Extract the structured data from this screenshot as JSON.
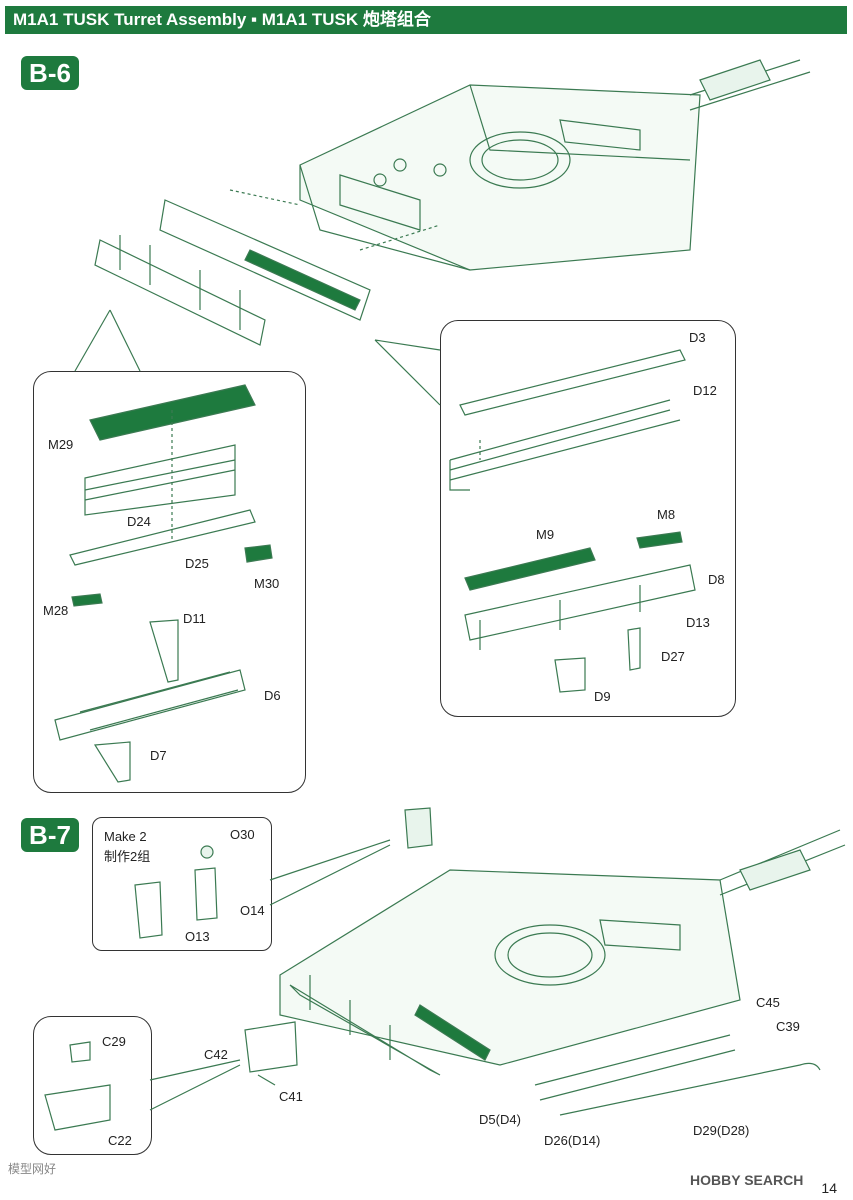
{
  "header": {
    "title": "M1A1 TUSK Turret Assembly ▪ M1A1 TUSK 炮塔组合"
  },
  "steps": {
    "b6": "B-6",
    "b7": "B-7"
  },
  "b6": {
    "left_callout": {
      "labels": [
        "M29",
        "D24",
        "D25",
        "M30",
        "M28",
        "D11",
        "D6",
        "D7"
      ]
    },
    "right_callout": {
      "labels": [
        "D3",
        "D12",
        "M9",
        "M8",
        "D8",
        "D13",
        "D27",
        "D9"
      ]
    }
  },
  "b7": {
    "make_box": {
      "make_en": "Make 2",
      "make_cn": "制作2组",
      "labels": [
        "O30",
        "O14",
        "O13"
      ]
    },
    "bin_box": {
      "labels": [
        "C29",
        "C22"
      ]
    },
    "labels": [
      "C42",
      "C41",
      "C45",
      "C39",
      "D5(D4)",
      "D26(D14)",
      "D29(D28)"
    ]
  },
  "footer": {
    "page_number": "14",
    "logo": "HOBBY SEARCH",
    "watermark_cn": "模型网好"
  },
  "colors": {
    "accent": "#1e7a3e",
    "line": "#3b7a52"
  }
}
